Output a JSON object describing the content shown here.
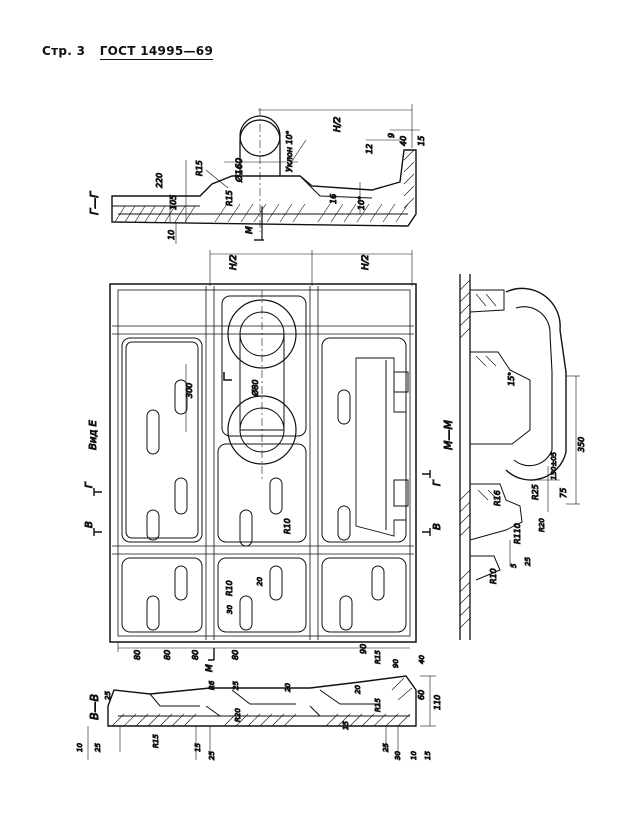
{
  "header": {
    "page": "Стр. 3",
    "standard": "ГОСТ 14995—69"
  },
  "sections": {
    "gg": "Г—Г",
    "mm": "М—М",
    "vv": "В—В",
    "view_e": "Вид Е",
    "cut_g": "Г",
    "cut_v": "В",
    "cut_m": "М"
  },
  "labels": {
    "slope": "Уклон 10°",
    "d160": "Ø160",
    "d80": "Ø80",
    "r15_top": "R15",
    "r15_b": "R15",
    "d220": "220",
    "d105": "105",
    "d10": "10",
    "d16": "16",
    "a10": "10°",
    "d15": "15",
    "d9": "9",
    "d12": "12",
    "d40": "40",
    "hx": "H/2",
    "hx2": "H/2",
    "d300": "300",
    "d350": "350",
    "a15": "15°",
    "r10_a": "R10",
    "r10_b": "R10",
    "d30": "30",
    "d20": "20",
    "d80a": "80",
    "d80b": "80",
    "d80c": "80",
    "d80d": "80",
    "d90": "90",
    "r6": "R6",
    "d25": "25",
    "d60": "60",
    "d110": "110",
    "d10b": "10",
    "r16": "R16",
    "r25": "R25",
    "r20": "R20",
    "r110": "R110",
    "d75": "75",
    "d130": "130±05",
    "d5": "5",
    "d25b": "25",
    "d15b": "15",
    "d10c": "10",
    "d25c": "25",
    "d20b": "20",
    "d40b": "40",
    "d30b": "30",
    "d15c": "15",
    "d90b": "90"
  }
}
